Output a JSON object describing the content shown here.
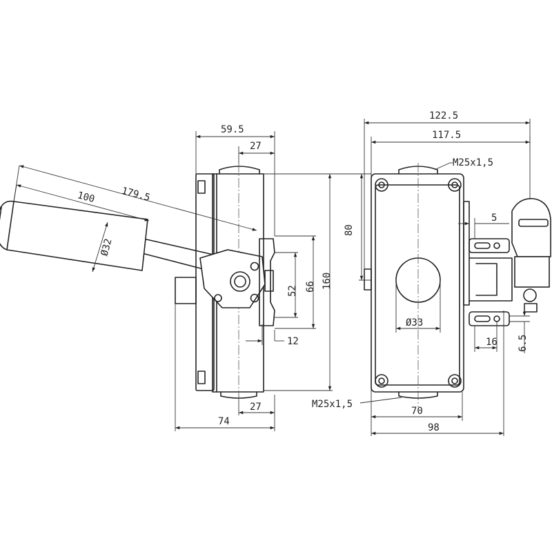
{
  "dimensions": {
    "side_view": {
      "width_total": "59.5",
      "width_top": "27",
      "width_bottom": "27",
      "base_width": "74",
      "offset_small": "12",
      "lever_length": "179.5",
      "handle_length": "100",
      "handle_diameter": "Ø32",
      "height_inner": "52",
      "height_outer": "66",
      "height_total": "160"
    },
    "front_view": {
      "width_total": "122.5",
      "width_body": "117.5",
      "thread_top": "M25x1,5",
      "thread_bottom": "M25x1,5",
      "height_upper": "80",
      "hole_diameter": "Ø33",
      "slot_width": "5",
      "slot_pitch": "16",
      "slot_height": "6.5",
      "mount_width": "70",
      "base_width": "98"
    }
  }
}
